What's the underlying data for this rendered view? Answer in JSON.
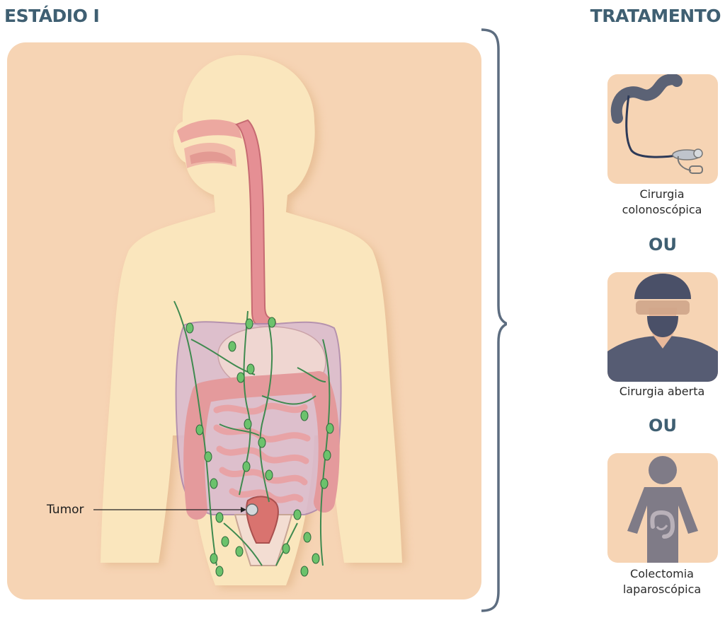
{
  "stage_title": "ESTÁDIO I",
  "treatment_title": "TRATAMENTO",
  "tumor_label": "Tumor",
  "separator": "OU",
  "options": [
    {
      "label_line1": "Cirurgia",
      "label_line2": "colonoscópica",
      "icon": "colonoscope-icon"
    },
    {
      "label_line1": "Cirurgia aberta",
      "label_line2": "",
      "icon": "surgeon-icon"
    },
    {
      "label_line1": "Colectomia",
      "label_line2": "laparoscópica",
      "icon": "laparoscopic-colectomy-icon"
    }
  ],
  "colors": {
    "heading": "#3f5f72",
    "panel": "#f6d4b4",
    "body": "#fae6bd",
    "lymph": "#3f8a4f",
    "node": "#6cc26c",
    "organ": "#e9a0a2",
    "icon_dark": "#565c73"
  }
}
